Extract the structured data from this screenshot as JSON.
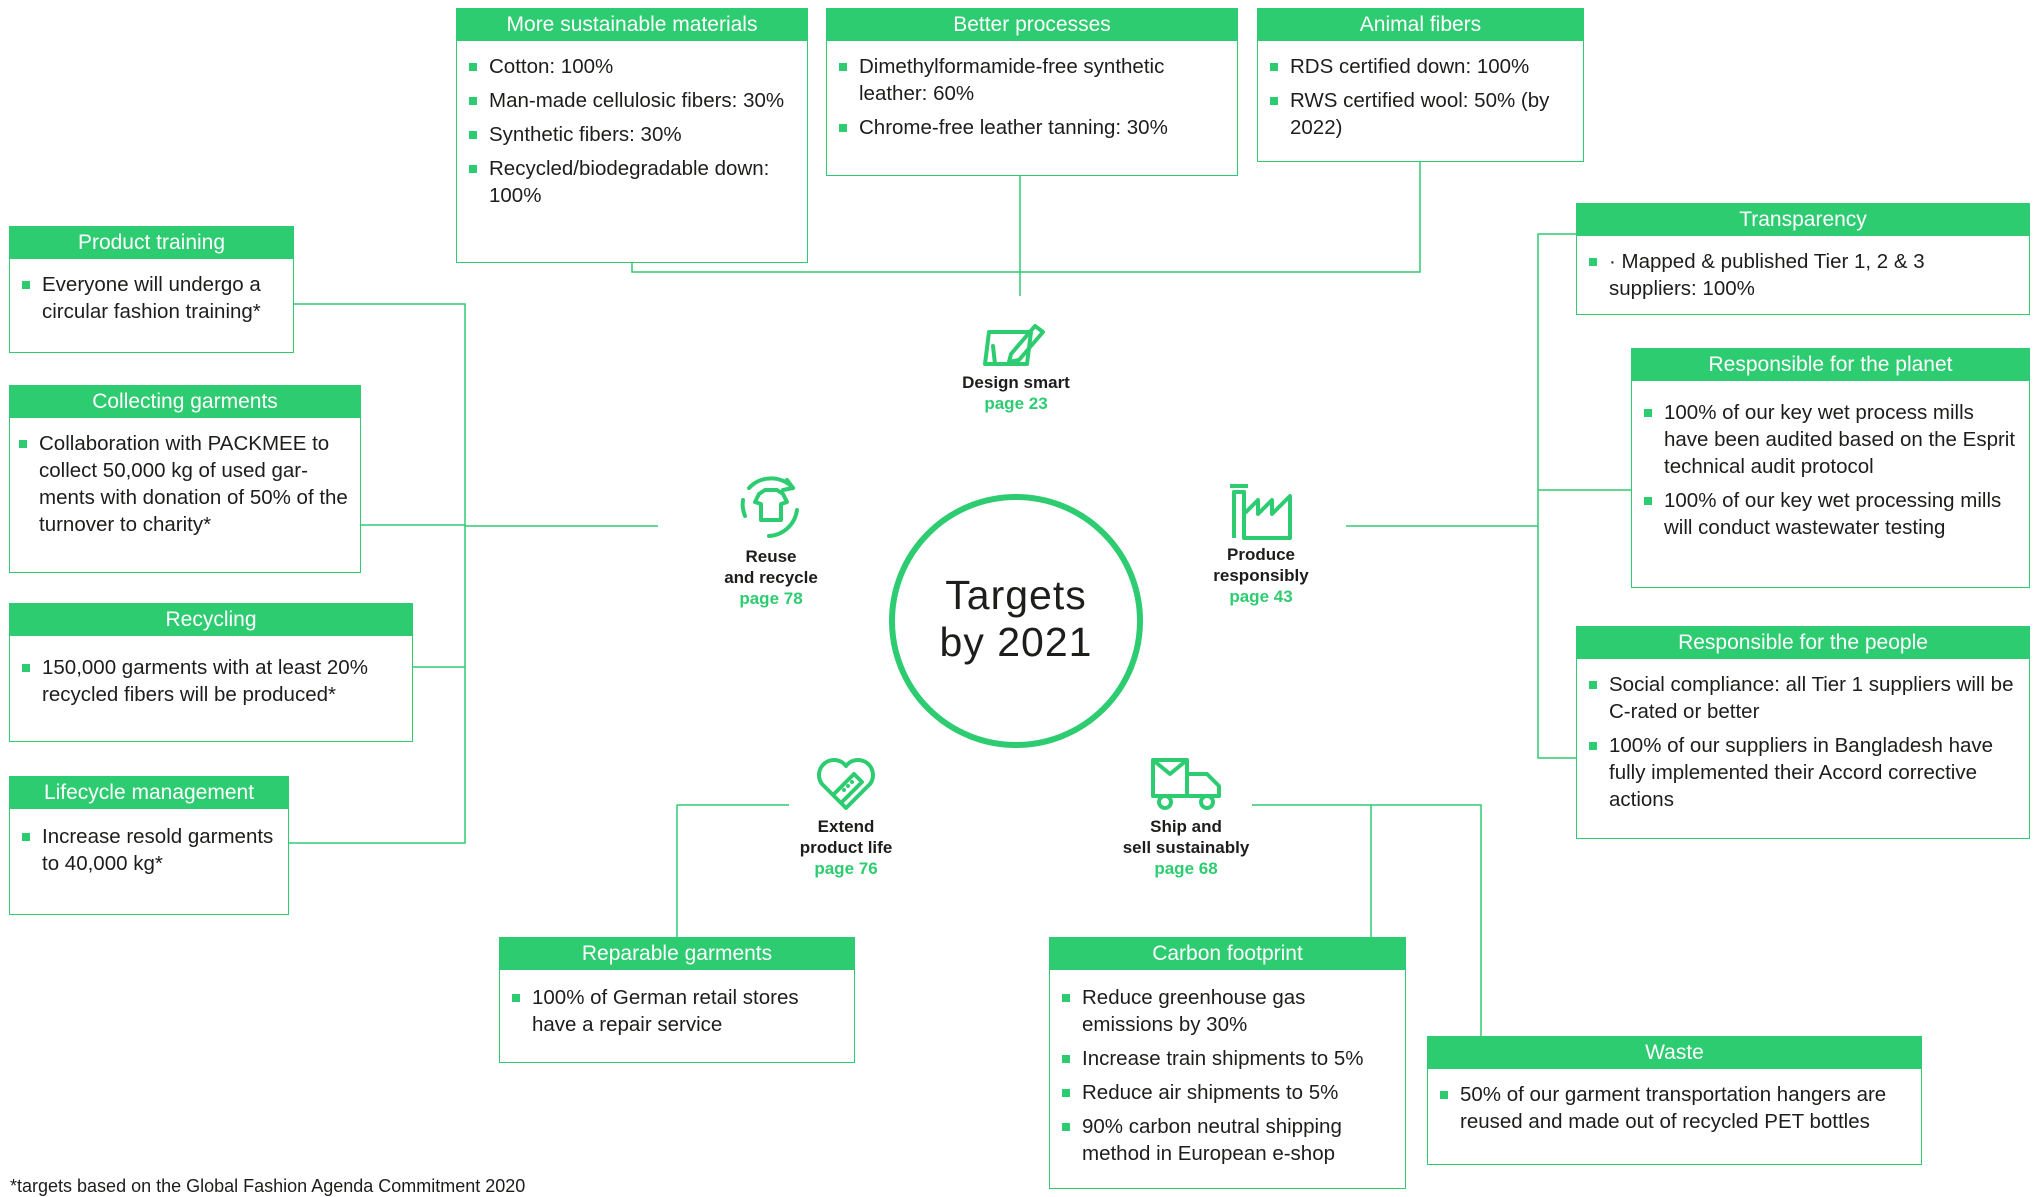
{
  "center": {
    "line1": "Targets",
    "line2": "by 2021"
  },
  "hubs": {
    "design": {
      "name": "Design smart",
      "page": "page 23"
    },
    "produce": {
      "name_1": "Produce",
      "name_2": "responsibly",
      "page": "page 43"
    },
    "reuse": {
      "name_1": "Reuse",
      "name_2": "and recycle",
      "page": "page 78"
    },
    "extend": {
      "name_1": "Extend",
      "name_2": "product life",
      "page": "page 76"
    },
    "ship": {
      "name_1": "Ship and",
      "name_2": "sell sustainably",
      "page": "page 68"
    }
  },
  "boxes": {
    "materials": {
      "title": "More sustainable materials",
      "items": [
        "Cotton: 100%",
        "Man-made cellulosic fibers: 30%",
        "Synthetic fibers: 30%",
        "Recycled/biodegradable down: 100%"
      ]
    },
    "processes": {
      "title": "Better processes",
      "items": [
        "Dimethylformamide-free synthetic leather: 60%",
        "Chrome-free leather tanning: 30%"
      ]
    },
    "animal": {
      "title": "Animal fibers",
      "items": [
        "RDS certified down: 100%",
        "RWS certified wool: 50% (by 2022)"
      ]
    },
    "training": {
      "title": "Product training",
      "items": [
        "Everyone will undergo a circular fashion training*"
      ]
    },
    "collecting": {
      "title": "Collecting garments",
      "items": [
        "Collaboration with PACKMEE to collect 50,000 kg of used gar-ments with donation of 50% of the turnover to charity*"
      ]
    },
    "recycling": {
      "title": "Recycling",
      "items": [
        "150,000 garments with at least 20% recycled fibers will be produced*"
      ]
    },
    "lifecycle": {
      "title": "Lifecycle management",
      "items": [
        "Increase resold garments to 40,000 kg*"
      ]
    },
    "transparency": {
      "title": "Transparency",
      "items": [
        "· Mapped & published Tier 1, 2 & 3 suppliers: 100%"
      ]
    },
    "planet": {
      "title": "Responsible for the planet",
      "items": [
        "100% of our key wet process mills have been audited based on the Esprit technical audit protocol",
        "100% of our key wet processing mills will conduct wastewater testing"
      ]
    },
    "people": {
      "title": "Responsible for the people",
      "items": [
        "Social compliance: all Tier 1 suppliers will be C-rated or better",
        "100% of our suppliers in Bangladesh have fully implemented their Accord corrective actions"
      ]
    },
    "reparable": {
      "title": "Reparable garments",
      "items": [
        "100% of German retail stores have a repair service"
      ]
    },
    "carbon": {
      "title": "Carbon footprint",
      "items": [
        "Reduce greenhouse gas emissions by 30%",
        "Increase train shipments to 5%",
        "Reduce air shipments to 5%",
        "90% carbon neutral shipping method in European e-shop"
      ]
    },
    "waste": {
      "title": "Waste",
      "items": [
        "50% of our garment transportation hangers are reused and made out of recycled PET bottles"
      ]
    }
  },
  "footnote": "*targets based on the Global Fashion Agenda Commitment 2020",
  "colors": {
    "accent": "#2ecc71",
    "text": "#1d1d1b"
  }
}
